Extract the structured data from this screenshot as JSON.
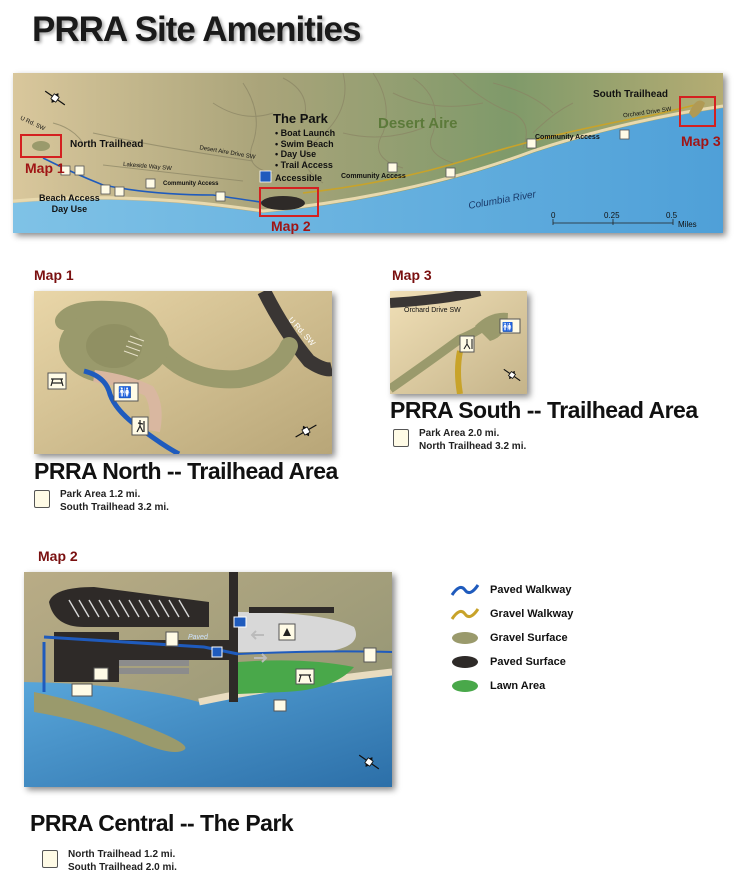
{
  "title": "PRRA Site Amenities",
  "overview": {
    "labels": {
      "north_trailhead": "North Trailhead",
      "south_trailhead": "South Trailhead",
      "the_park": "The Park",
      "desert_aire": "Desert Aire",
      "columbia_river": "Columbia River",
      "beach_access": "Beach Access",
      "day_use": "Day Use",
      "community_access_1": "Community Access",
      "community_access_2": "Community Access",
      "community_access_3": "Community Access",
      "u_rd": "U Rd. SW",
      "desert_aire_drive": "Desert Aire Drive SW",
      "lakeside_way": "Lakeside Way SW",
      "orchard_drive": "Orchard Drive SW",
      "map1": "Map 1",
      "map2": "Map 2",
      "map3": "Map 3",
      "accessible": "Accessible"
    },
    "park_features": [
      "Boat Launch",
      "Swim Beach",
      "Day Use",
      "Trail Access"
    ],
    "scale": {
      "ticks": [
        "0",
        "0.25",
        "0.5"
      ],
      "unit": "Miles"
    }
  },
  "map1": {
    "tag": "Map 1",
    "road": "U Rd. SW",
    "title": "PRRA North  -- Trailhead Area",
    "distances": [
      "Park Area 1.2 mi.",
      "South Trailhead 3.2 mi."
    ]
  },
  "map3": {
    "tag": "Map 3",
    "road": "Orchard Drive SW",
    "title": "PRRA South -- Trailhead Area",
    "distances": [
      "Park Area 2.0 mi.",
      "North Trailhead 3.2 mi."
    ]
  },
  "map2": {
    "tag": "Map 2",
    "path_label": "Paved",
    "title": "PRRA Central -- The Park",
    "distances": [
      "North Trailhead 1.2 mi.",
      "South Trailhead 2.0 mi."
    ]
  },
  "legend": [
    {
      "label": "Paved Walkway",
      "kind": "line",
      "color": "#1f5bbd"
    },
    {
      "label": "Gravel Walkway",
      "kind": "line",
      "color": "#c8a32a"
    },
    {
      "label": "Gravel Surface",
      "kind": "oval",
      "color": "#9a9a6c"
    },
    {
      "label": "Paved Surface",
      "kind": "oval",
      "color": "#2e2a28"
    },
    {
      "label": "Lawn Area",
      "kind": "oval",
      "color": "#49a84a"
    }
  ],
  "colors": {
    "river": "#5aa8dc",
    "land": "#a6a27a",
    "title_red": "#7a1010"
  }
}
